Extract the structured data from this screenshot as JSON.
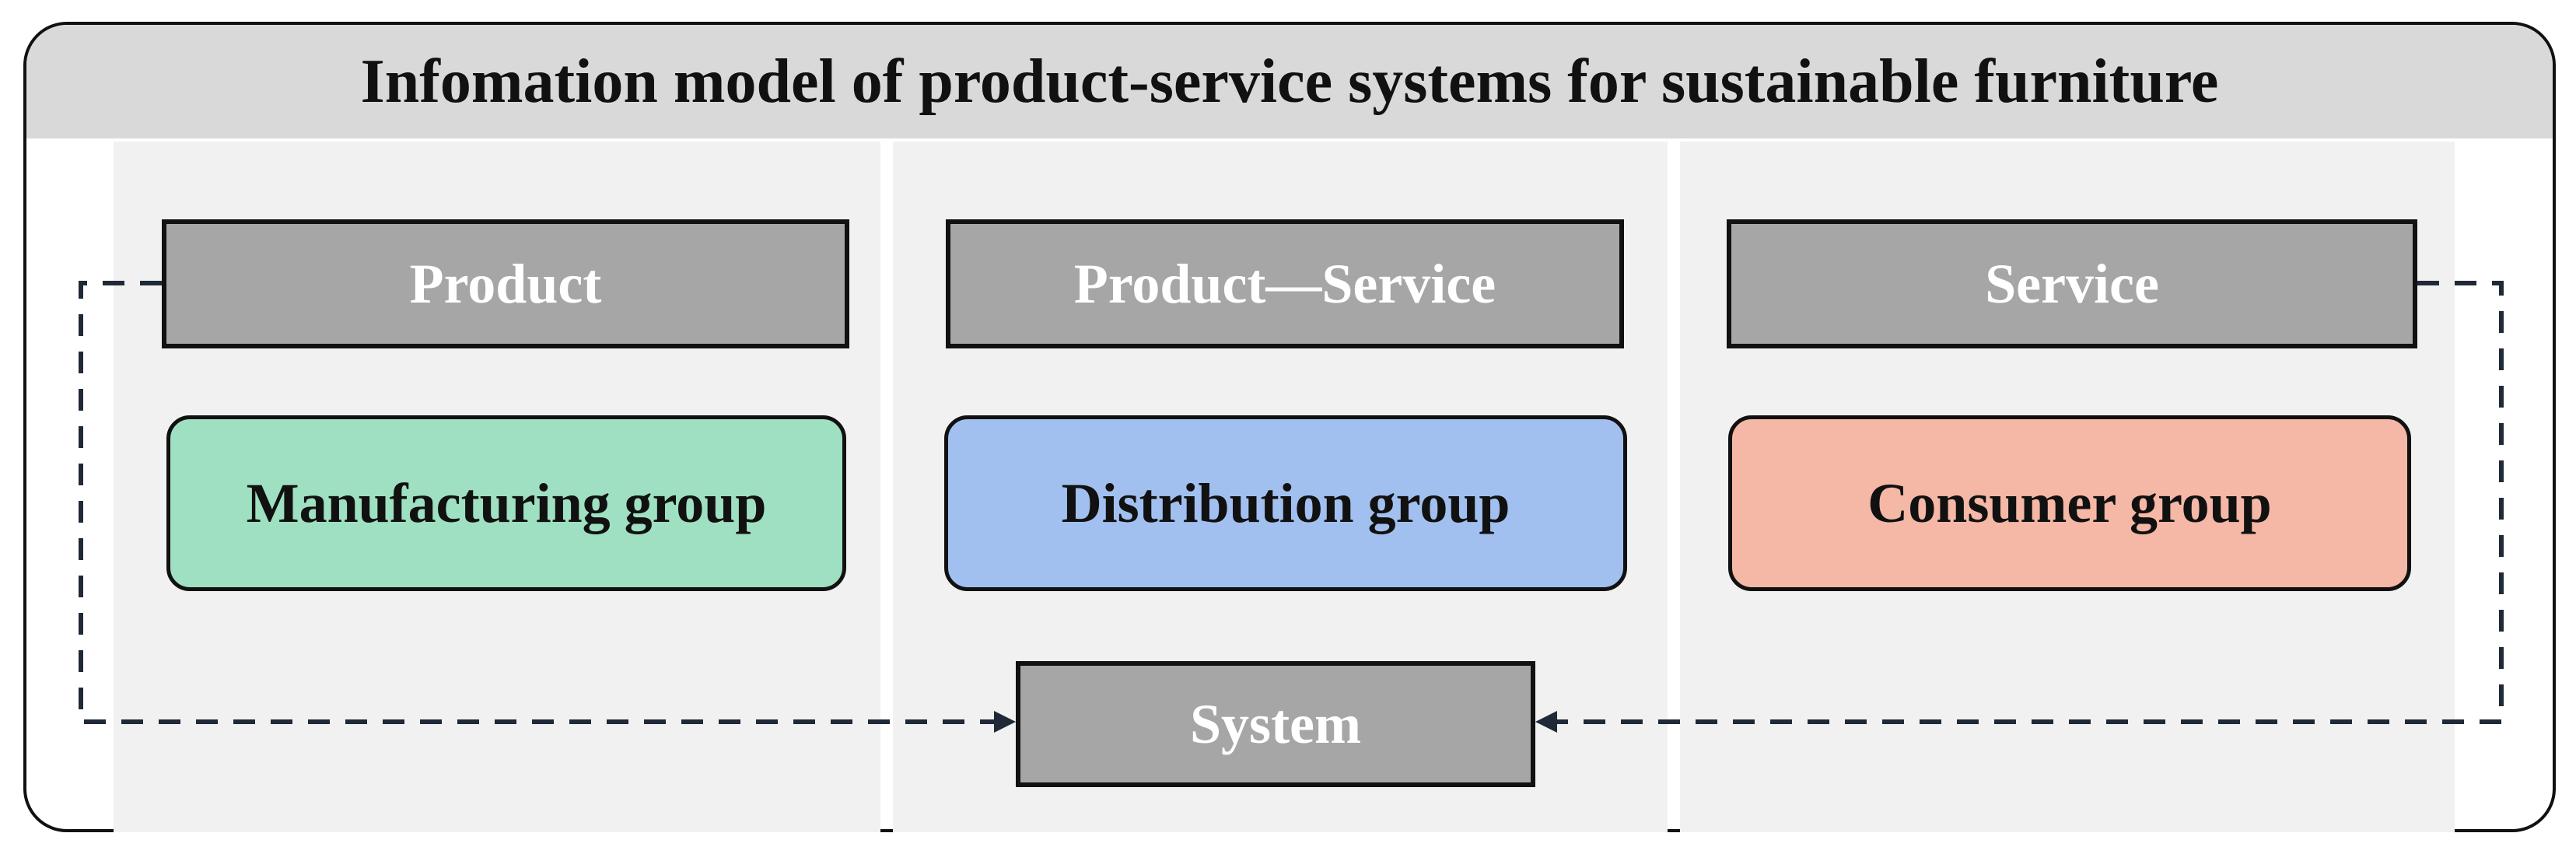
{
  "title": "Infomation model of product-service systems for sustainable furniture",
  "columns": [
    {
      "header": "Product",
      "group": "Manufacturing group",
      "group_color": "#9ee0c1"
    },
    {
      "header": "Product—Service",
      "group": "Distribution group",
      "group_color": "#a2c0ef"
    },
    {
      "header": "Service",
      "group": "Consumer group",
      "group_color": "#f5b7a6"
    }
  ],
  "system": {
    "label": "System"
  },
  "colors": {
    "header_fill": "#a6a6a6",
    "title_band": "#d9d9d9",
    "column_fill": "#f1f1f1",
    "connector": "#1f2937"
  }
}
